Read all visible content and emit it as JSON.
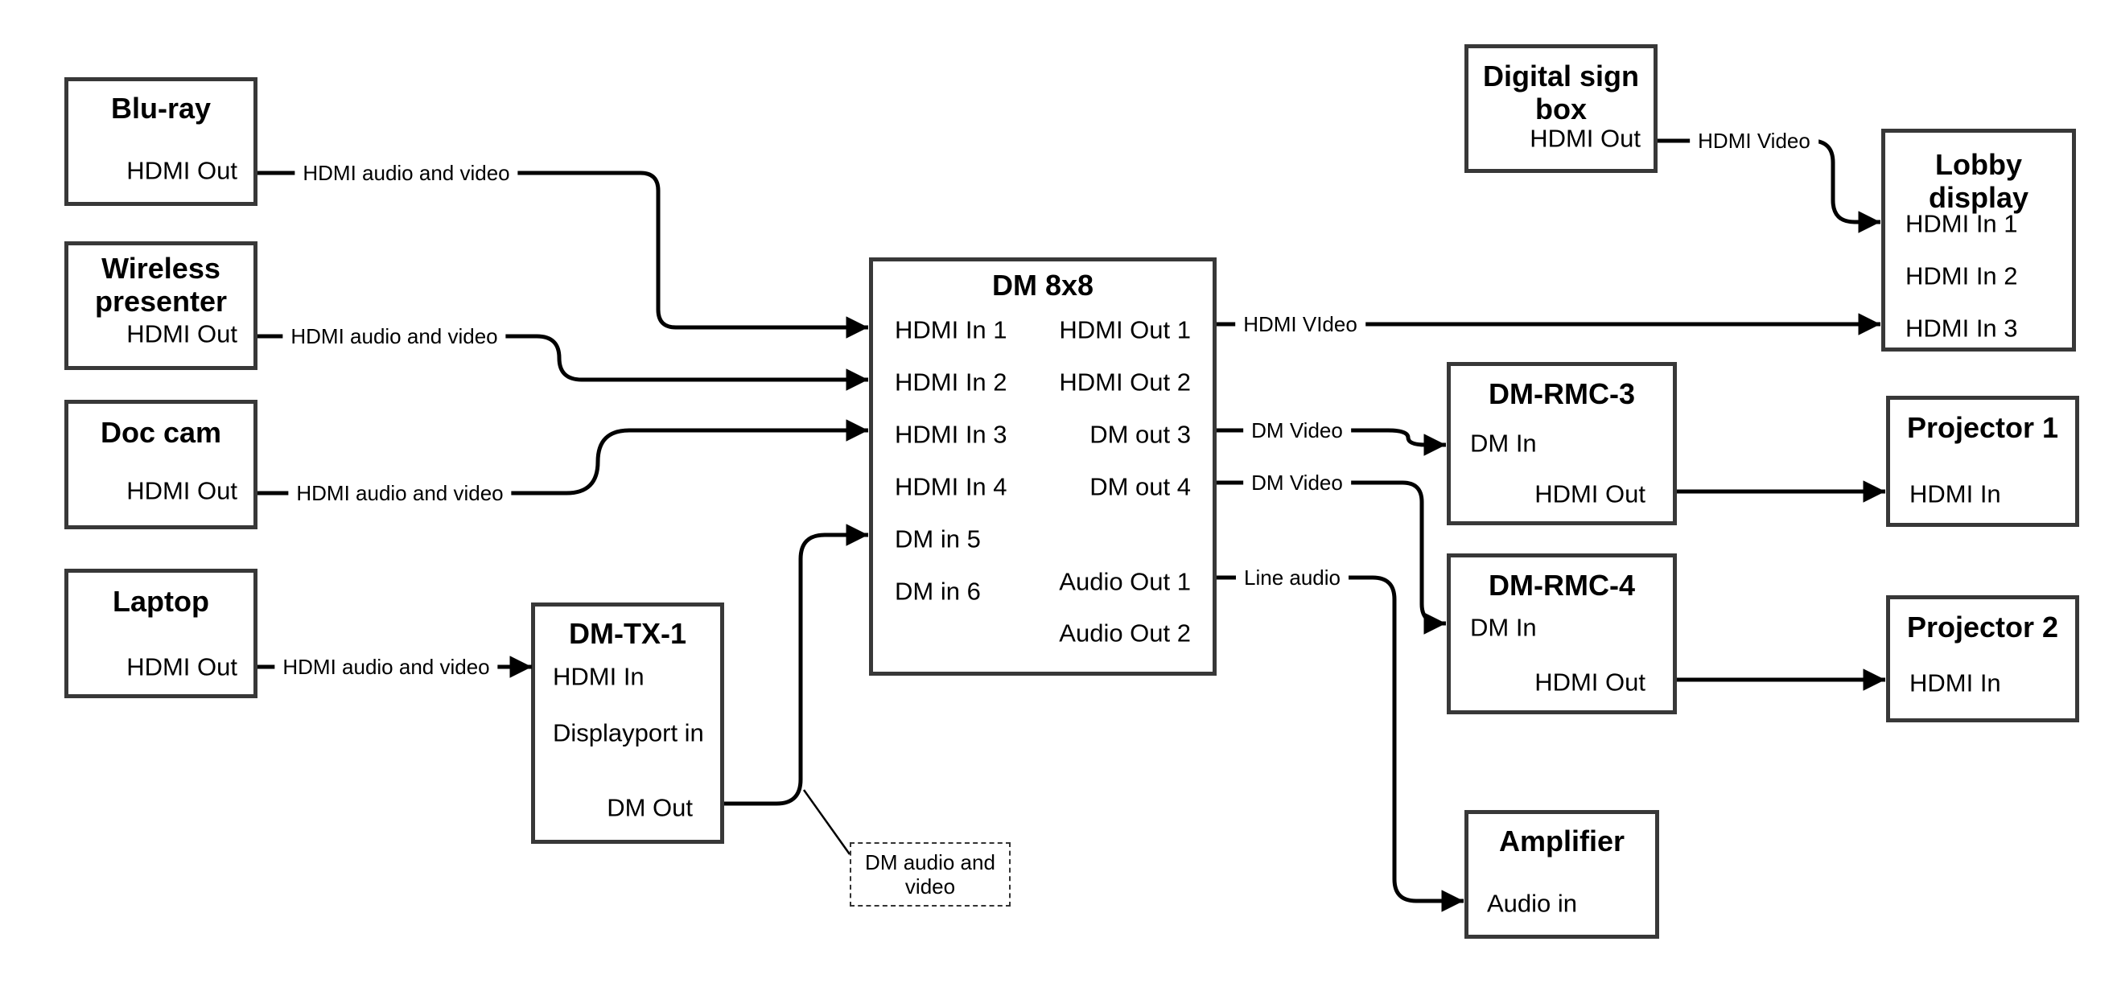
{
  "colors": {
    "connector": "#000000",
    "box_border": "#383838",
    "text": "#000000",
    "background": "#ffffff"
  },
  "nodes": {
    "bluray": {
      "title": "Blu-ray",
      "port_hdmi_out": "HDMI Out"
    },
    "wireless": {
      "title": "Wireless\npresenter",
      "port_hdmi_out": "HDMI Out"
    },
    "doccam": {
      "title": "Doc cam",
      "port_hdmi_out": "HDMI Out"
    },
    "laptop": {
      "title": "Laptop",
      "port_hdmi_out": "HDMI Out"
    },
    "dmtx1": {
      "title": "DM-TX-1",
      "port_hdmi_in": "HDMI In",
      "port_displayport_in": "Displayport in",
      "port_dm_out": "DM Out"
    },
    "dm8x8": {
      "title": "DM 8x8",
      "in_ports": [
        "HDMI In 1",
        "HDMI In 2",
        "HDMI In 3",
        "HDMI In 4",
        "DM in 5",
        "DM in 6"
      ],
      "out_ports": [
        "HDMI Out 1",
        "HDMI Out 2",
        "DM out 3",
        "DM out 4",
        "Audio Out 1",
        "Audio Out 2"
      ]
    },
    "digitalsign": {
      "title": "Digital sign\nbox",
      "port_hdmi_out": "HDMI Out"
    },
    "lobby": {
      "title": "Lobby\ndisplay",
      "ports": [
        "HDMI In 1",
        "HDMI In 2",
        "HDMI In 3"
      ]
    },
    "dmrmc3": {
      "title": "DM-RMC-3",
      "port_dm_in": "DM In",
      "port_hdmi_out": "HDMI Out"
    },
    "proj1": {
      "title": "Projector 1",
      "port_hdmi_in": "HDMI In"
    },
    "dmrmc4": {
      "title": "DM-RMC-4",
      "port_dm_in": "DM In",
      "port_hdmi_out": "HDMI Out"
    },
    "proj2": {
      "title": "Projector 2",
      "port_hdmi_in": "HDMI In"
    },
    "amplifier": {
      "title": "Amplifier",
      "port_audio_in": "Audio in"
    }
  },
  "edge_labels": {
    "hdmi_av": "HDMI audio and video",
    "hdmi_video_caps": "HDMI VIdeo",
    "dm_video": "DM Video",
    "line_audio": "Line audio",
    "hdmi_video": "HDMI Video"
  },
  "annotation": {
    "line1": "DM audio and",
    "line2": "video"
  }
}
